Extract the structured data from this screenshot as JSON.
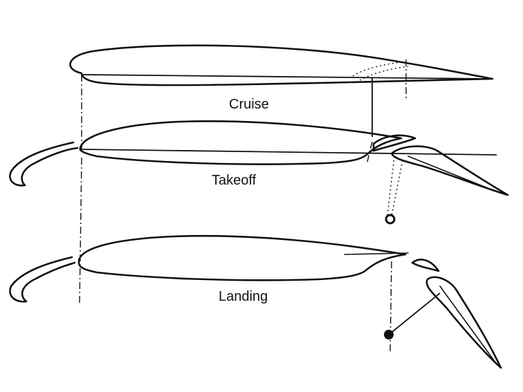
{
  "labels": {
    "cruise": "Cruise",
    "takeoff": "Takeoff",
    "landing": "Landing"
  },
  "colors": {
    "ink": "#111111",
    "background": "#ffffff"
  }
}
